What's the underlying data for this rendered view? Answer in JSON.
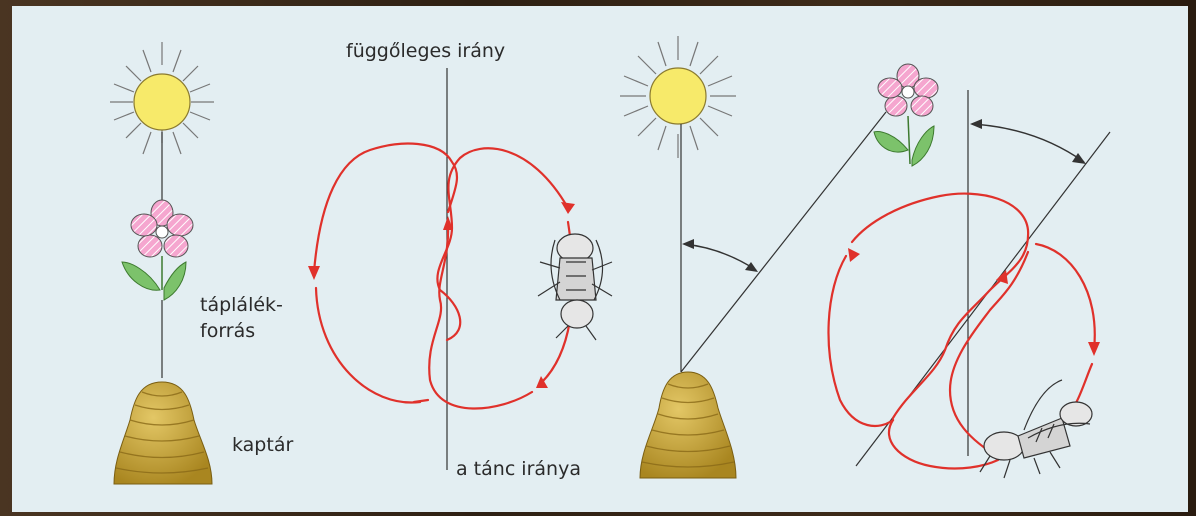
{
  "labels": {
    "vertical_direction": "függőleges irány",
    "food_source_line1": "táplálék-",
    "food_source_line2": "forrás",
    "hive": "kaptár",
    "dance_direction": "a tánc iránya"
  },
  "colors": {
    "background": "#e3eef2",
    "dance_path": "#e0312b",
    "sun": "#f7ea6a",
    "flower_petal": "#f5a6cf",
    "leaf": "#7cc26b",
    "hive": "#c9a83a",
    "line": "#333333"
  },
  "icons": [
    "sun-icon",
    "flower-icon",
    "beehive-icon",
    "bee-icon"
  ]
}
